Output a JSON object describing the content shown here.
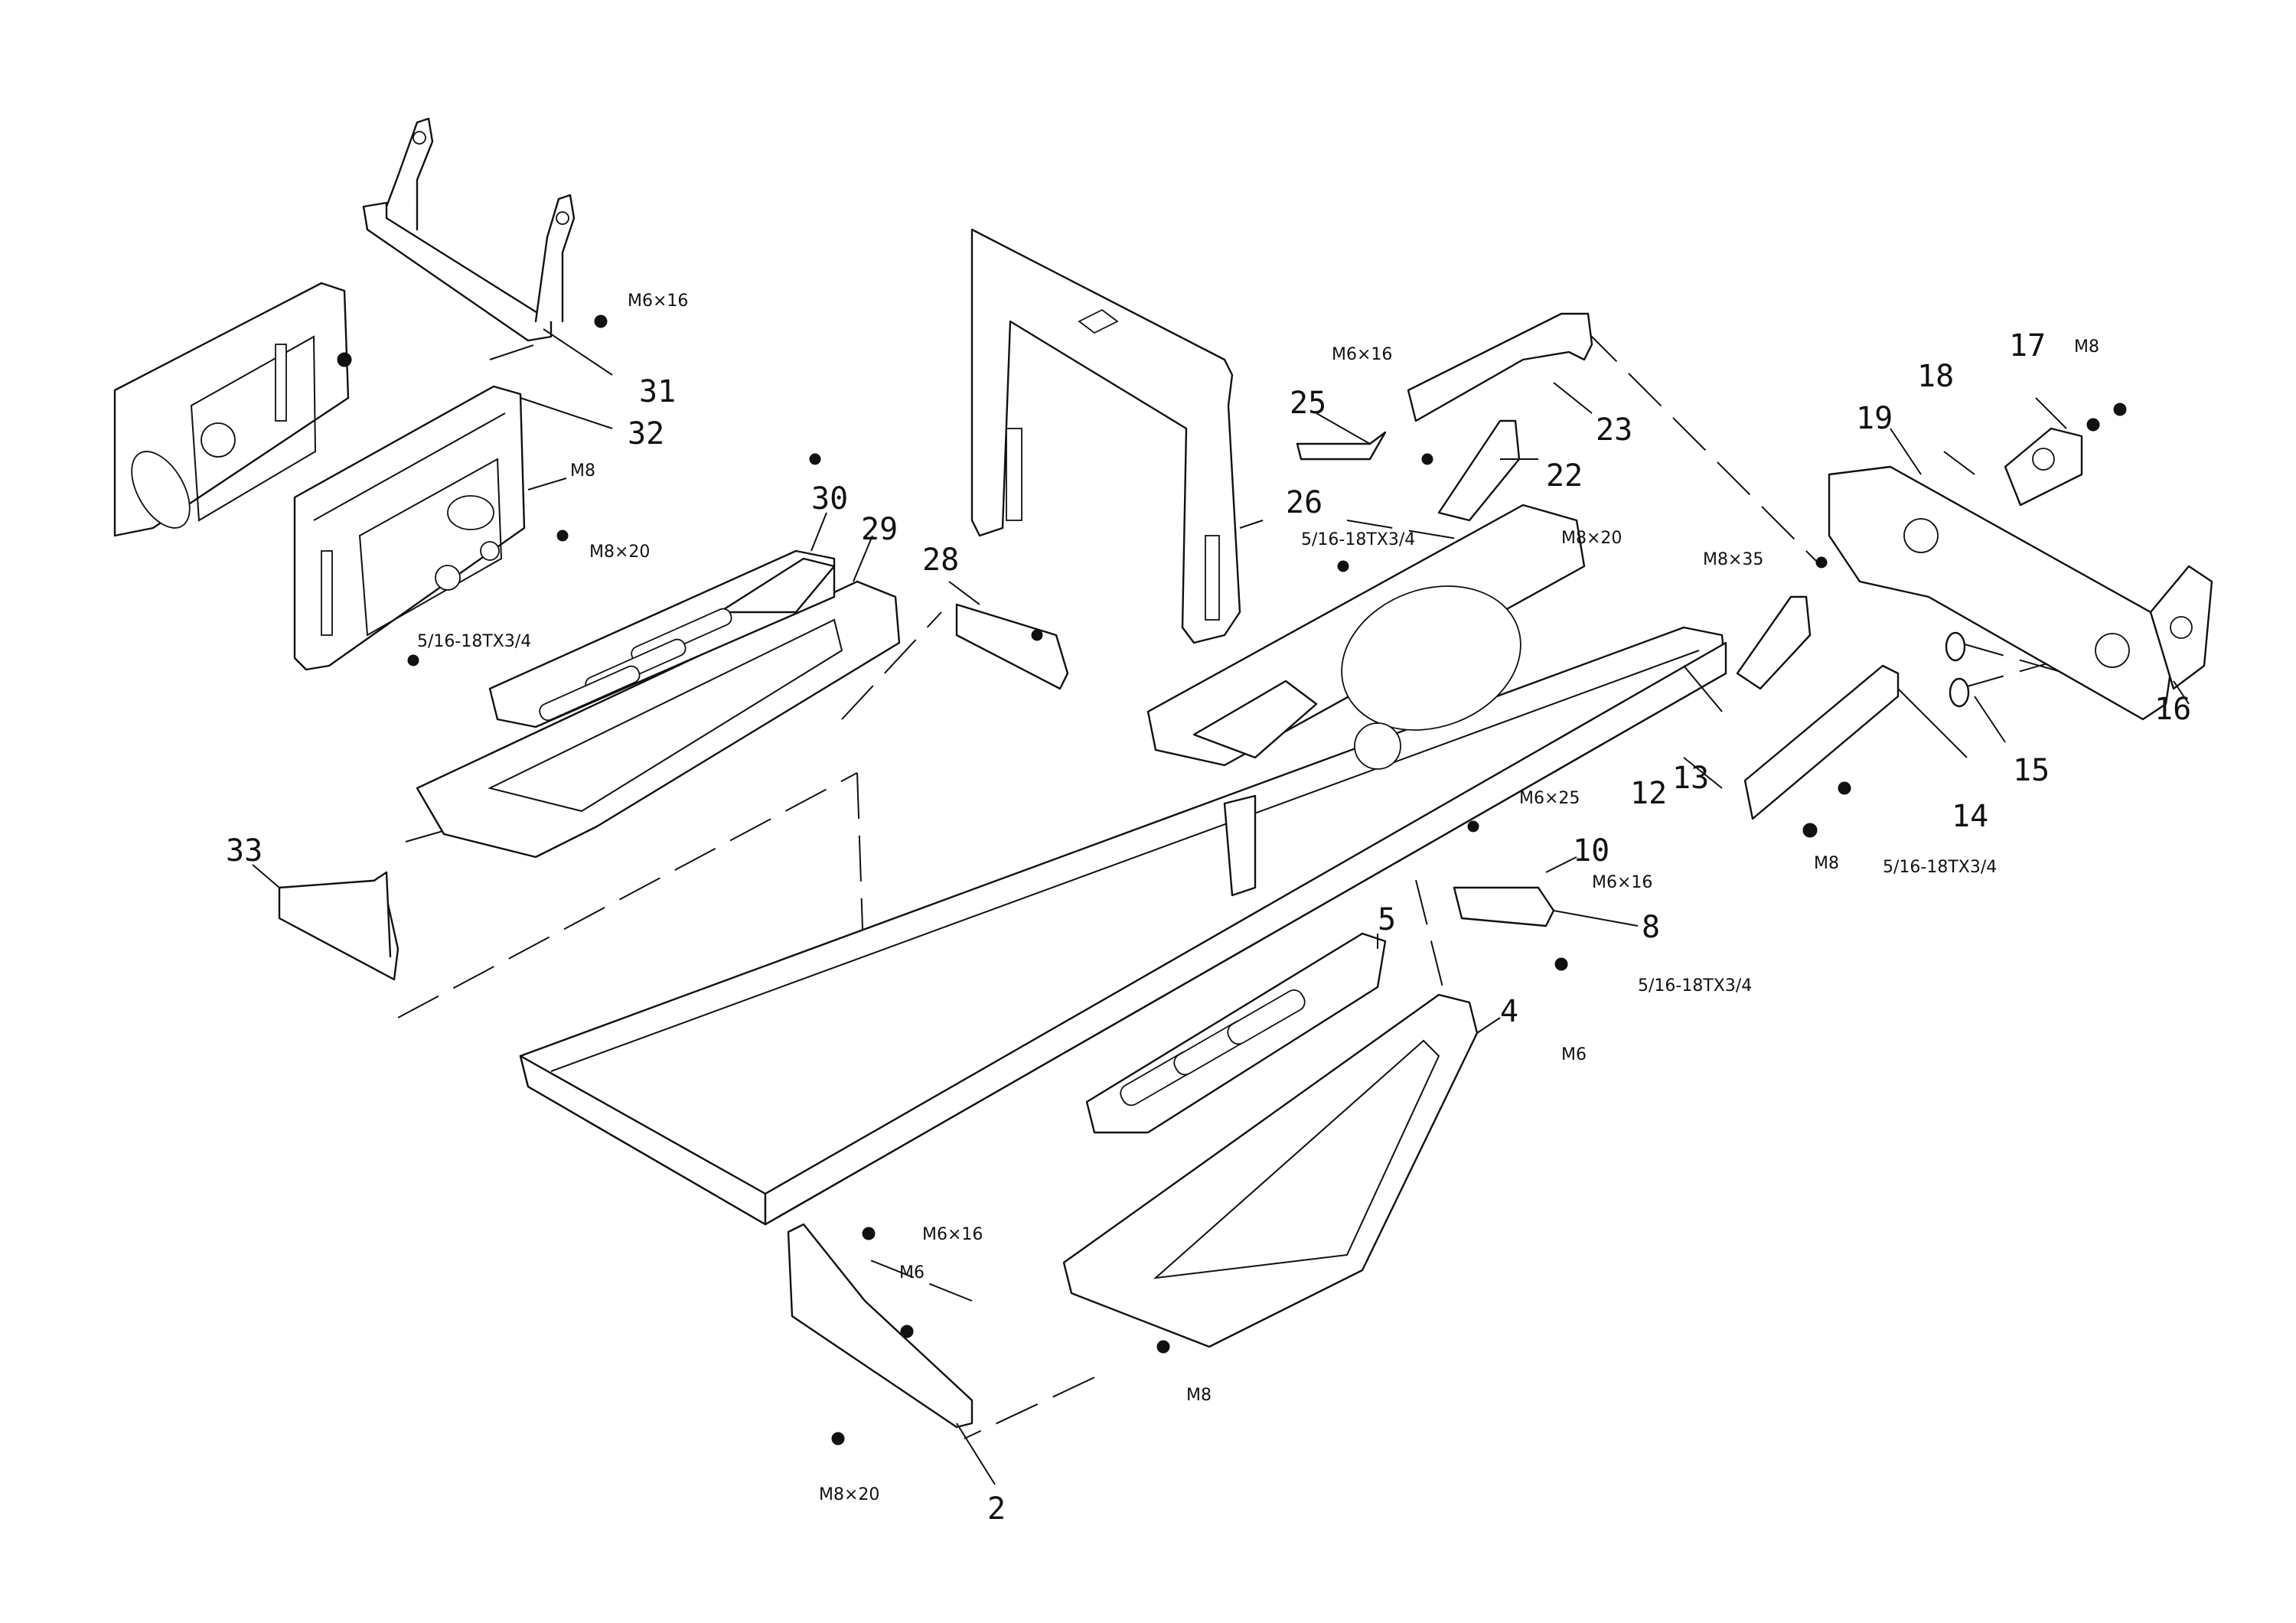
{
  "callouts": {
    "n2": "2",
    "n4": "4",
    "n5": "5",
    "n8": "8",
    "n10": "10",
    "n12": "12",
    "n13": "13",
    "n14": "14",
    "n15": "15",
    "n16": "16",
    "n17": "17",
    "n18": "18",
    "n19": "19",
    "n22": "22",
    "n23": "23",
    "n25": "25",
    "n26": "26",
    "n28": "28",
    "n29": "29",
    "n30": "30",
    "n31": "31",
    "n32": "32",
    "n33": "33"
  },
  "hardware": {
    "m6x16_a": "M6×16",
    "m8_a": "M8",
    "m8x20_a": "M8×20",
    "s516_a": "5/16-18TX3/4",
    "m6x16_b": "M6×16",
    "s516_b": "5/16-18TX3/4",
    "m8x20_b": "M8×20",
    "m8x35": "M8×35",
    "m8_b": "M8",
    "m6x25": "M6×25",
    "m6x16_c": "M6×16",
    "s516_c": "5/16-18TX3/4",
    "m6_a": "M6",
    "m8_c": "M8",
    "s516_d": "5/16-18TX3/4",
    "m6x16_d": "M6×16",
    "m6_b": "M6",
    "m8_d": "M8",
    "m8x20_c": "M8×20"
  }
}
